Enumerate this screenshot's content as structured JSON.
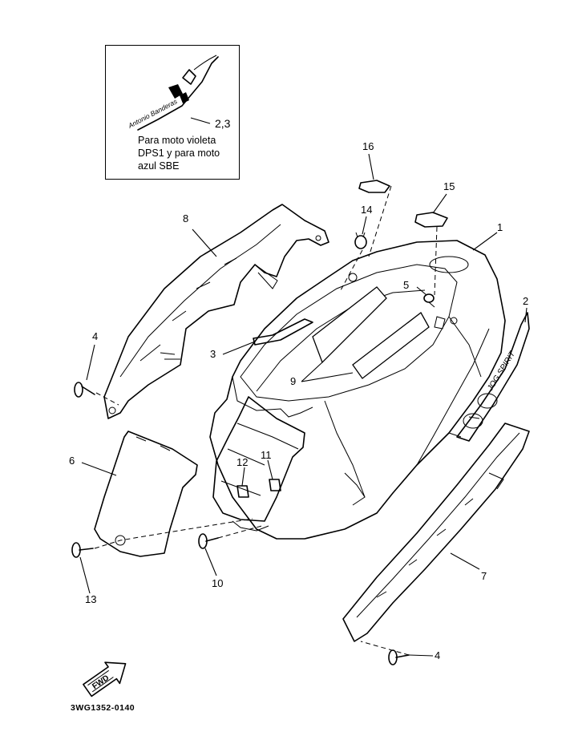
{
  "inset": {
    "callout": "2,3",
    "note_lines": [
      "Para moto violeta",
      "DPS1 y para moto",
      "azul SBE"
    ],
    "decal_text": "Antonio Banderas"
  },
  "callouts": {
    "p1": "1",
    "p2": "2",
    "p3": "3",
    "p4a": "4",
    "p4b": "4",
    "p5": "5",
    "p6": "6",
    "p7": "7",
    "p8": "8",
    "p9": "9",
    "p10": "10",
    "p11": "11",
    "p12": "12",
    "p13": "13",
    "p14": "14",
    "p15": "15",
    "p16": "16"
  },
  "side_decal_text": "JOG SPIRIT",
  "fwd_label": "FWD",
  "drawing_code": "3WG1352-0140"
}
